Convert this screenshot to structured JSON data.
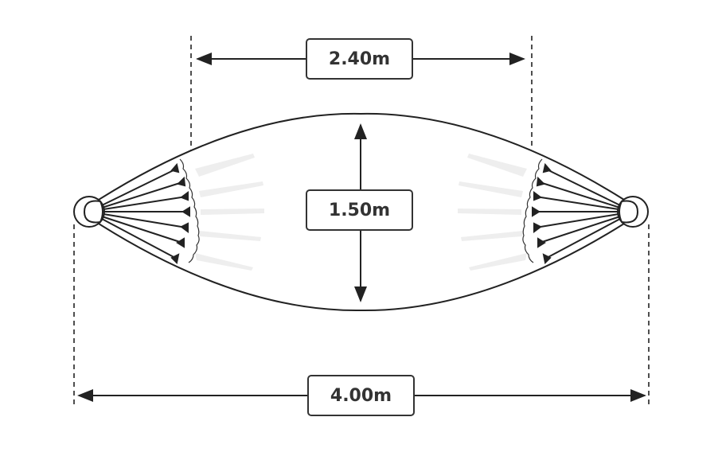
{
  "dimensions": {
    "span_between_spreaders": "2.40m",
    "width": "1.50m",
    "total_length": "4.00m"
  },
  "colors": {
    "line": "#222222",
    "shade": "#eeeeee"
  }
}
